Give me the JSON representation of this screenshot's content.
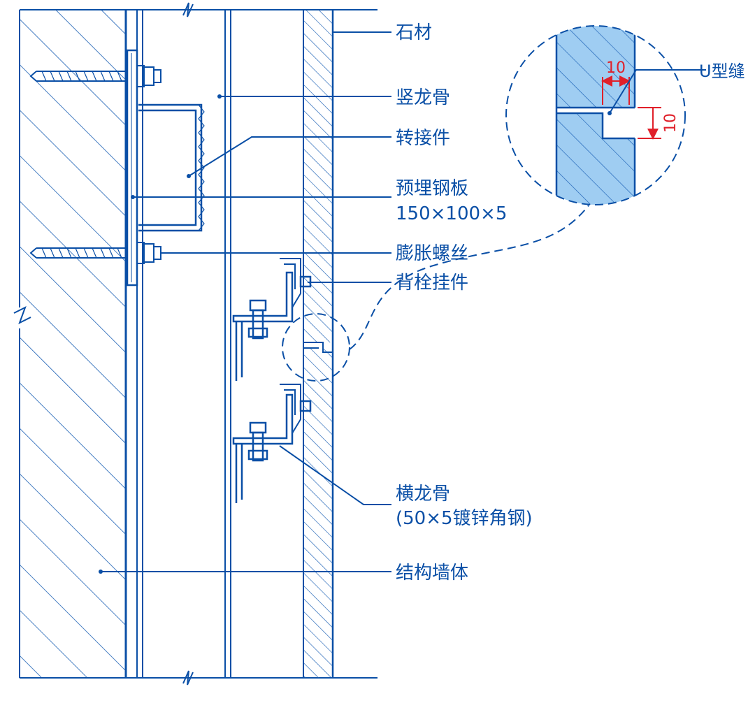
{
  "colors": {
    "line": "#0a4fa6",
    "hatch": "#1a5fb4",
    "stone_fill": "#9fcdf2",
    "dimension": "#e0202a",
    "background": "#ffffff"
  },
  "labels": {
    "stone": "石材",
    "vertical_keel": "竖龙骨",
    "adapter": "转接件",
    "embedded_plate": "预埋钢板",
    "embedded_plate_size": "150×100×5",
    "expansion_bolt": "膨胀螺丝",
    "back_bolt_hanger": "背栓挂件",
    "horizontal_keel": "横龙骨",
    "horizontal_keel_spec": "(50×5镀锌角钢)",
    "structural_wall": "结构墙体",
    "u_joint": "U型缝"
  },
  "dimensions": {
    "joint_width": "10",
    "joint_depth": "10"
  }
}
